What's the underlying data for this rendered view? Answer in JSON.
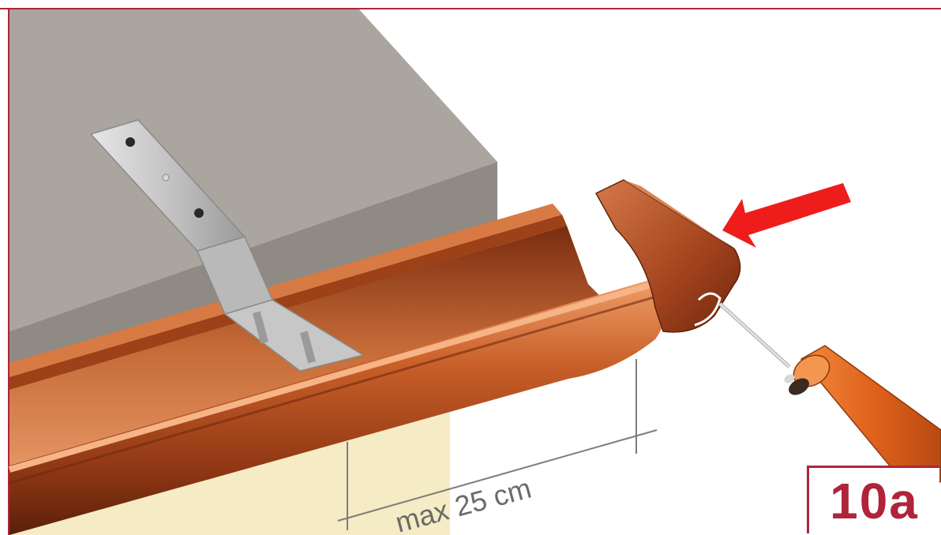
{
  "diagram": {
    "dimension_label": "max 25 cm",
    "step_label": "10a",
    "colors": {
      "frame_border": "#b0243a",
      "fascia": "#a39e97",
      "fascia_top": "#b3aea7",
      "wall": "#f5ebc4",
      "gutter": "#b24f22",
      "gutter_highlight": "#e88a52",
      "gutter_shadow": "#6e2a10",
      "end_cap": "#a4431c",
      "arrow": "#ef1c1c",
      "hook": "#c9c9c9",
      "sealant_tube": "#e2661e",
      "dimension_line": "#7d7d7d"
    },
    "icons": [
      "insert-direction-arrow",
      "sealant-tube-icon",
      "gutter-hook-icon"
    ]
  }
}
